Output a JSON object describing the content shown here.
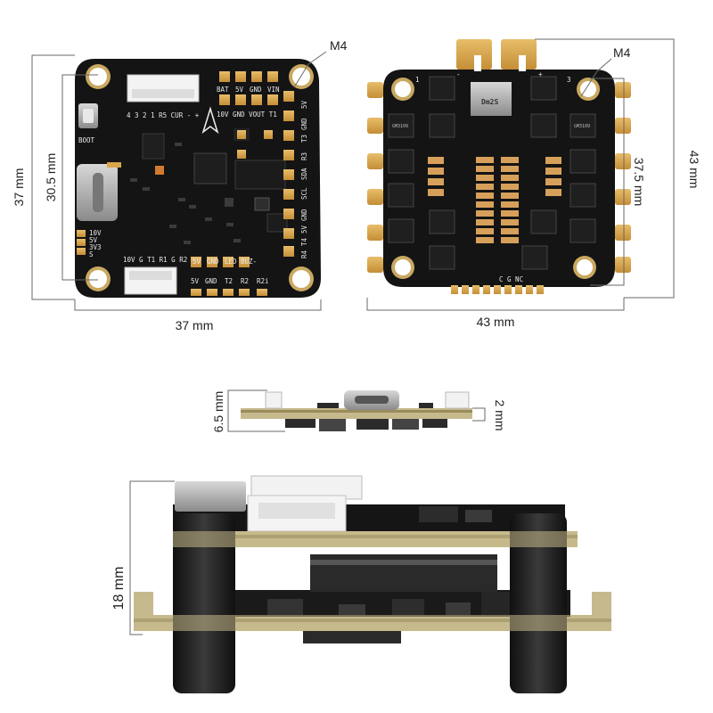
{
  "dimensions": {
    "fc_height": "37 mm",
    "fc_width": "37 mm",
    "fc_hole_spacing": "30.5 mm",
    "fc_mount": "M4",
    "esc_height": "43 mm",
    "esc_width": "43 mm",
    "esc_hole_spacing": "37.5 mm",
    "esc_mount": "M4",
    "side_height": "6.5 mm",
    "side_board": "2 mm",
    "stack_height": "18 mm"
  },
  "fc_labels": {
    "bat": "BAT",
    "v5": "5V",
    "gnd": "GND",
    "vin": "VIN",
    "conn_pins": "4 3 2 1 R5 CUR - +",
    "row2": "10V GND VOUT T1",
    "boot": "BOOT",
    "right_col": [
      "5V",
      "GND",
      "T3",
      "R3",
      "SDA",
      "SCL",
      "GND",
      "5V",
      "T4",
      "R4"
    ],
    "left_col": [
      "10V",
      "5V",
      "3V3",
      "S"
    ],
    "bottom_conn": "10V G T1 R1 G R2 L",
    "bottom_pads": [
      "5V",
      "GND",
      "LED",
      "BUZ-"
    ],
    "bottom_pads2": [
      "T2",
      "R2",
      "R2i"
    ]
  },
  "esc_labels": {
    "chip_main": "Dm2S",
    "chip_small": "GM3109",
    "bottom_pins": "C G NC",
    "corner_marks": [
      "1",
      "3",
      "+",
      "-"
    ]
  },
  "colors": {
    "board": "#141414",
    "gold": "#d9a54c",
    "pcb_edge": "#c9b98a",
    "standoff": "#222222"
  }
}
